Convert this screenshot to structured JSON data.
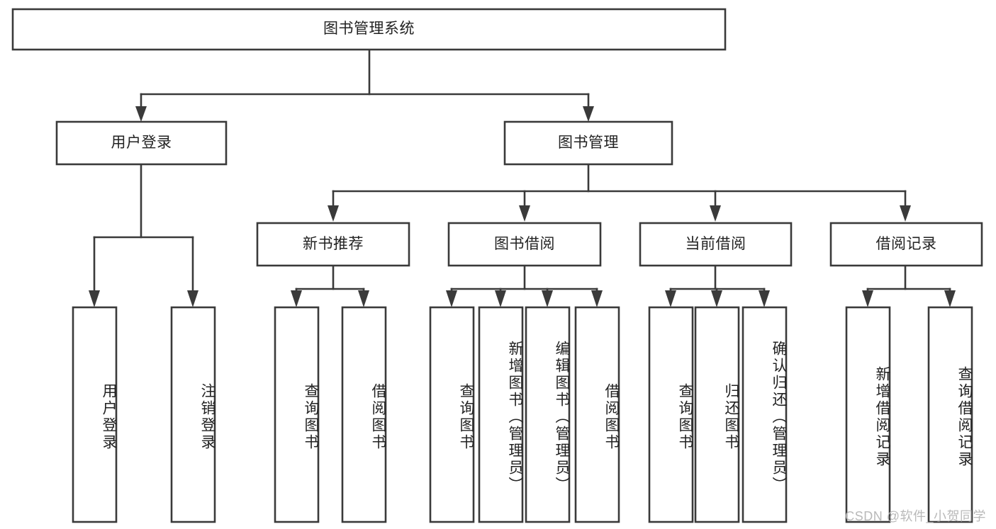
{
  "diagram": {
    "type": "tree-hierarchy",
    "title": "图书管理系统",
    "watermark": "CSDN @软件_小贺同学",
    "colors": {
      "stroke": "#3a3a3a",
      "fill": "#ffffff",
      "text": "#222222",
      "watermark": "#b9b9b9",
      "background": "#ffffff"
    },
    "levels": [
      {
        "level": 1,
        "nodes": [
          {
            "id": "root",
            "label": "图书管理系统",
            "orientation": "horizontal"
          }
        ]
      },
      {
        "level": 2,
        "nodes": [
          {
            "id": "login",
            "label": "用户登录",
            "orientation": "horizontal",
            "parent": "root"
          },
          {
            "id": "bookmgmt",
            "label": "图书管理",
            "orientation": "horizontal",
            "parent": "root"
          }
        ]
      },
      {
        "level": 3,
        "nodes": [
          {
            "id": "newbook",
            "label": "新书推荐",
            "orientation": "horizontal",
            "parent": "bookmgmt"
          },
          {
            "id": "borrow",
            "label": "图书借阅",
            "orientation": "horizontal",
            "parent": "bookmgmt"
          },
          {
            "id": "current",
            "label": "当前借阅",
            "orientation": "horizontal",
            "parent": "bookmgmt"
          },
          {
            "id": "records",
            "label": "借阅记录",
            "orientation": "horizontal",
            "parent": "bookmgmt"
          }
        ]
      },
      {
        "level": 4,
        "nodes": [
          {
            "id": "leaf-1",
            "label": "用户登录",
            "orientation": "vertical",
            "parent": "login"
          },
          {
            "id": "leaf-2",
            "label": "注销登录",
            "orientation": "vertical",
            "parent": "login"
          },
          {
            "id": "leaf-3",
            "label": "查询图书",
            "orientation": "vertical",
            "parent": "newbook"
          },
          {
            "id": "leaf-4",
            "label": "借阅图书",
            "orientation": "vertical",
            "parent": "newbook"
          },
          {
            "id": "leaf-5",
            "label": "查询图书",
            "orientation": "vertical",
            "parent": "borrow"
          },
          {
            "id": "leaf-6",
            "label": "新增图书（管理员）",
            "orientation": "vertical",
            "parent": "borrow"
          },
          {
            "id": "leaf-7",
            "label": "编辑图书（管理员）",
            "orientation": "vertical",
            "parent": "borrow"
          },
          {
            "id": "leaf-8",
            "label": "借阅图书",
            "orientation": "vertical",
            "parent": "borrow"
          },
          {
            "id": "leaf-9",
            "label": "查询图书",
            "orientation": "vertical",
            "parent": "current"
          },
          {
            "id": "leaf-10",
            "label": "归还图书",
            "orientation": "vertical",
            "parent": "current"
          },
          {
            "id": "leaf-11",
            "label": "确认归还（管理员）",
            "orientation": "vertical",
            "parent": "current"
          },
          {
            "id": "leaf-12",
            "label": "新增借阅记录",
            "orientation": "vertical",
            "parent": "records"
          },
          {
            "id": "leaf-13",
            "label": "查询借阅记录",
            "orientation": "vertical",
            "parent": "records"
          }
        ]
      }
    ]
  }
}
